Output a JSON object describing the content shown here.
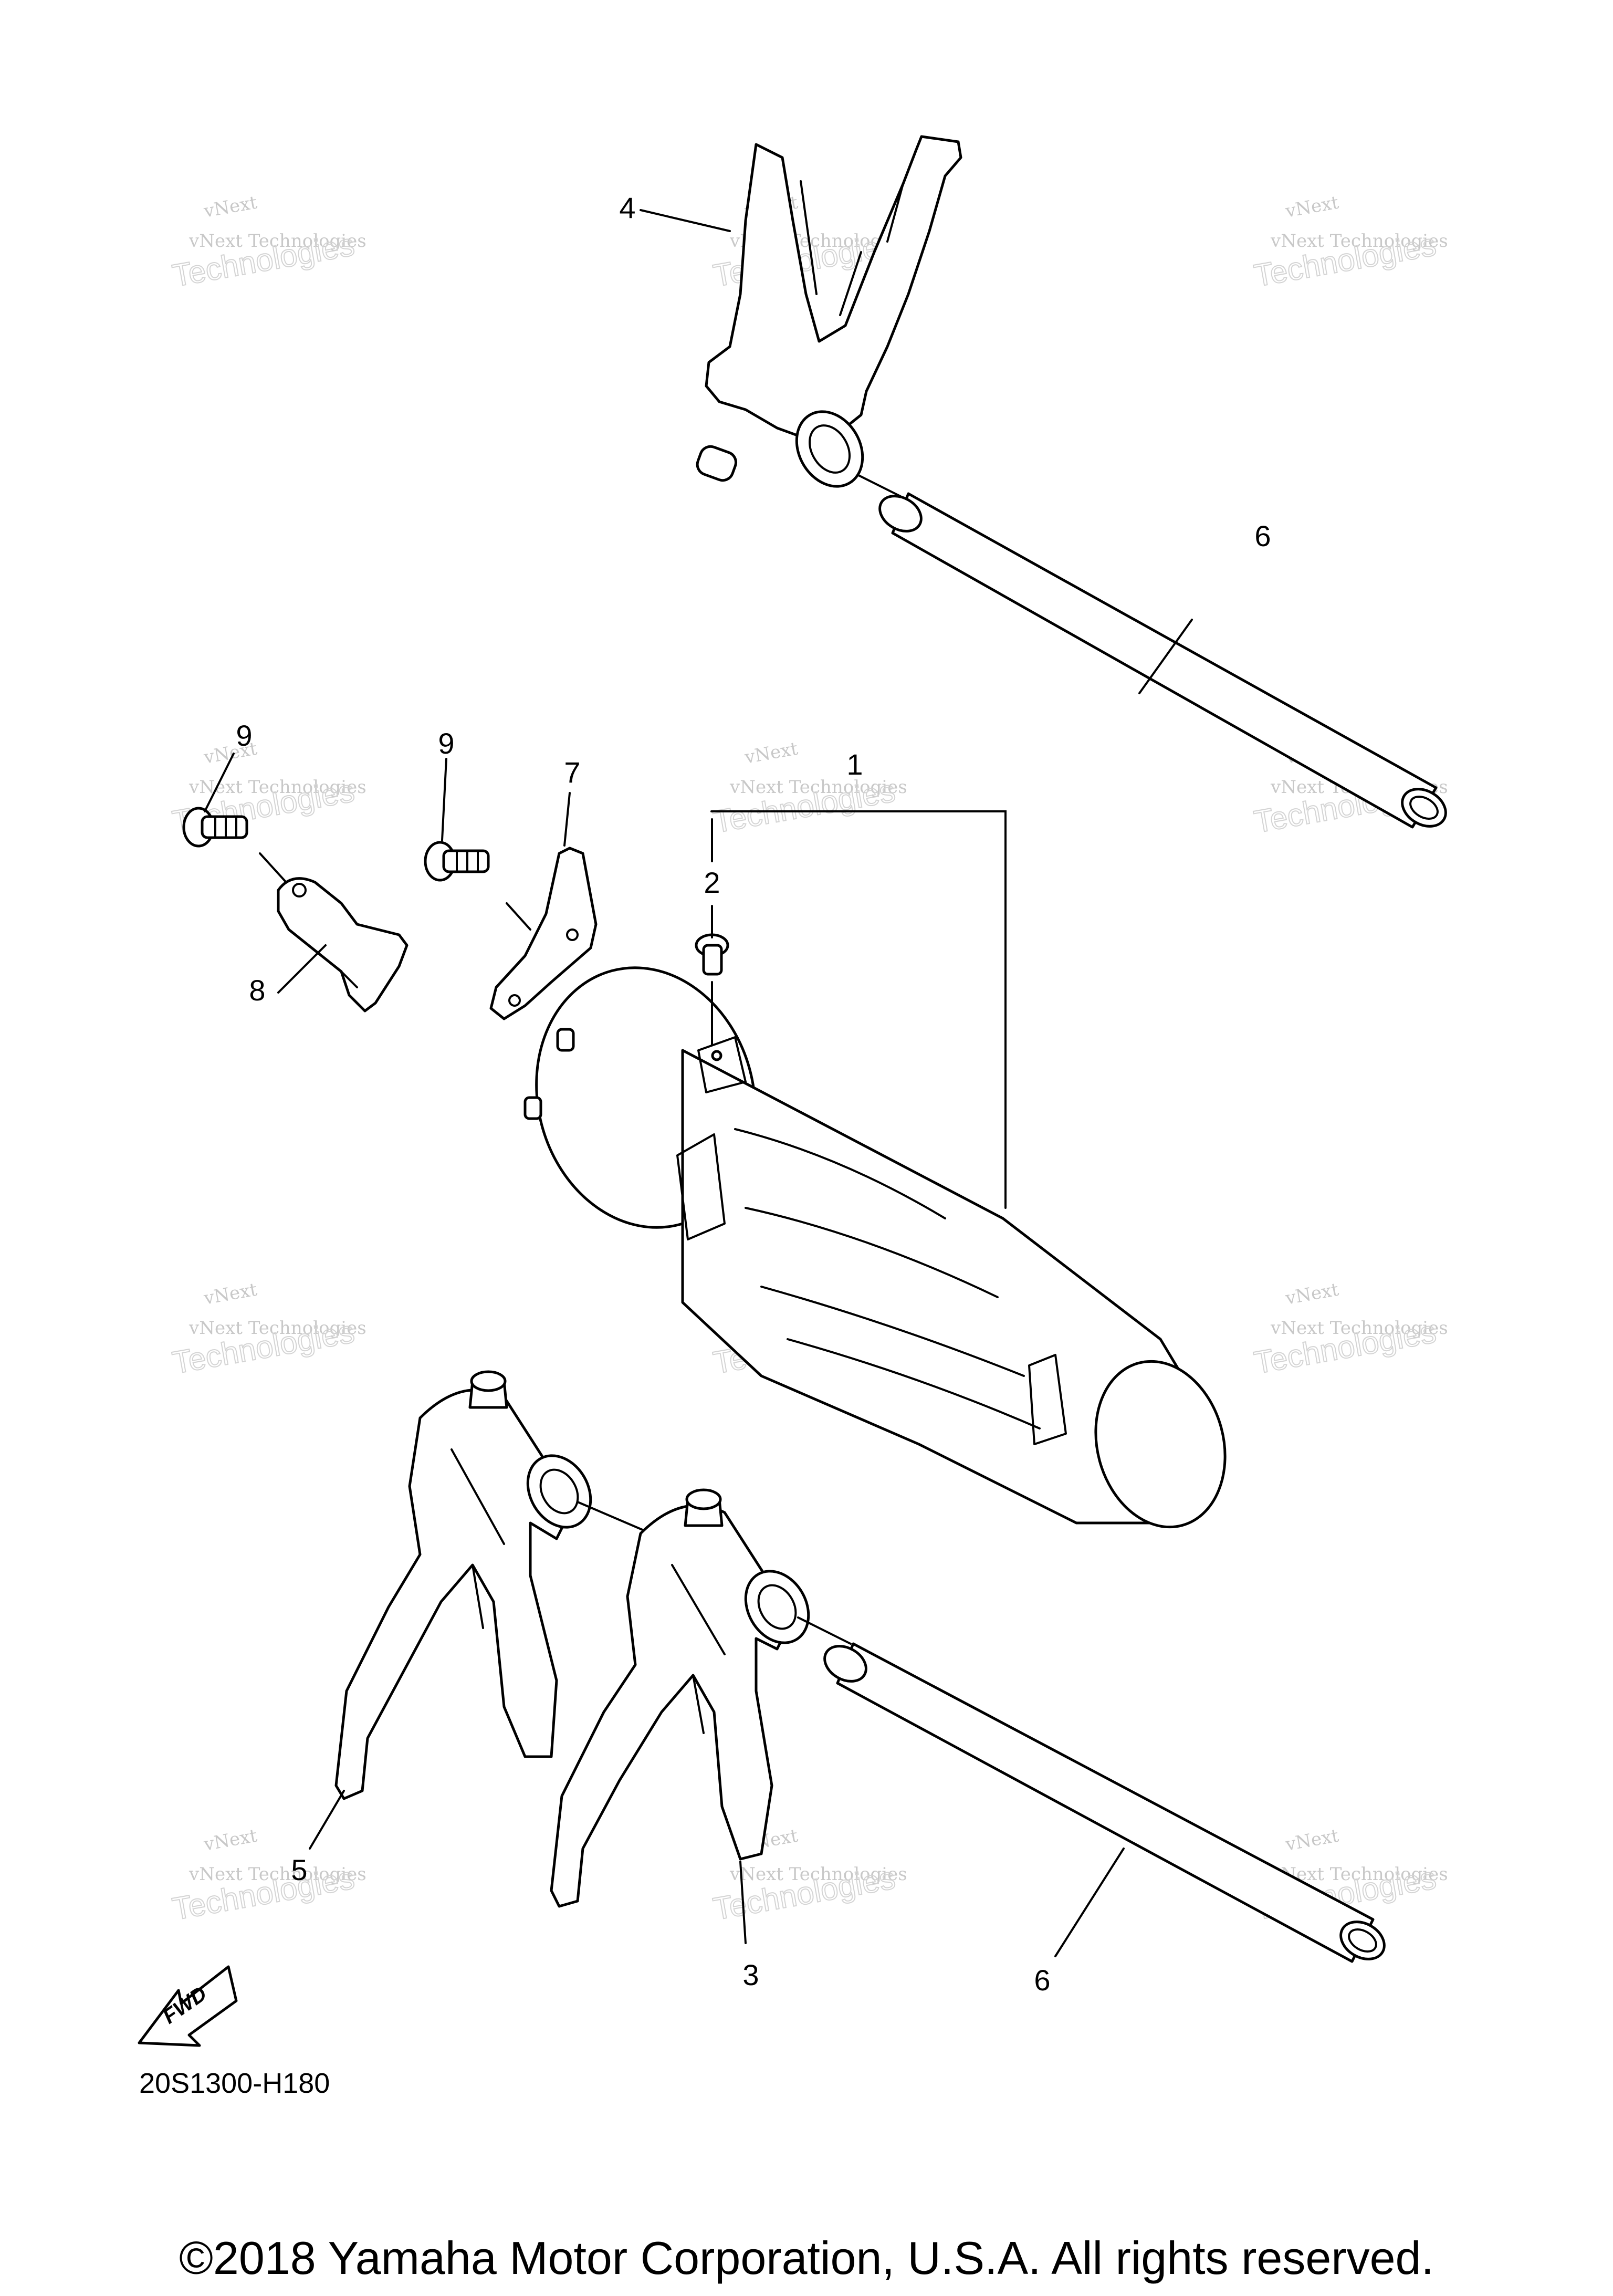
{
  "diagram": {
    "callouts": [
      {
        "id": "c1",
        "label": "1"
      },
      {
        "id": "c2",
        "label": "2"
      },
      {
        "id": "c3",
        "label": "3"
      },
      {
        "id": "c4",
        "label": "4"
      },
      {
        "id": "c5",
        "label": "5"
      },
      {
        "id": "c6a",
        "label": "6"
      },
      {
        "id": "c6b",
        "label": "6"
      },
      {
        "id": "c7",
        "label": "7"
      },
      {
        "id": "c8",
        "label": "8"
      },
      {
        "id": "c9a",
        "label": "9"
      },
      {
        "id": "c9b",
        "label": "9"
      }
    ],
    "fwd_label": "FWD",
    "drawing_code": "20S1300-H180",
    "copyright": "©2018 Yamaha Motor Corporation, U.S.A. All rights reserved."
  },
  "watermark": {
    "line1": "vNext",
    "line2": "vNext Technologies",
    "line3": "Technologies"
  }
}
